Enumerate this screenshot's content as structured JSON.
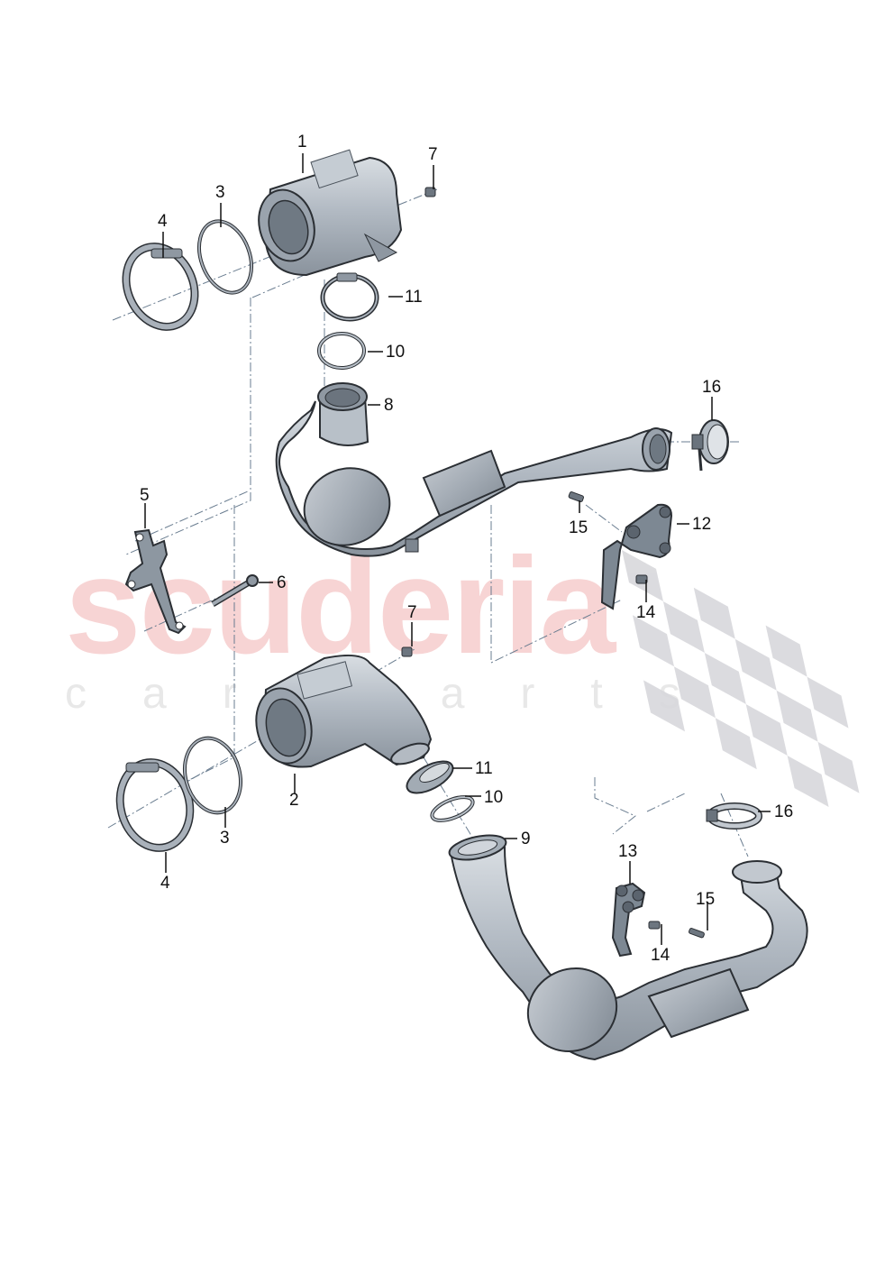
{
  "diagram": {
    "title": "Exhaust catalytic converter / front pipe assembly (exploded view)",
    "watermark": {
      "brand": "scuderia",
      "subtitle": "car parts",
      "brand_color": "#f7d4d4",
      "subtitle_color": "#e8e8e8",
      "checker_color": "#d8d8dc"
    },
    "part_color": "#a9b1ba",
    "line_color": "#6a7d90",
    "callouts": [
      {
        "id": "c1",
        "label": "1",
        "part": "catalytic converter (upper)"
      },
      {
        "id": "c2",
        "label": "2",
        "part": "catalytic converter (lower)"
      },
      {
        "id": "c3a",
        "label": "3",
        "part": "seal ring (upper)"
      },
      {
        "id": "c3b",
        "label": "3",
        "part": "seal ring (lower)"
      },
      {
        "id": "c4a",
        "label": "4",
        "part": "V-band clamp (upper)"
      },
      {
        "id": "c4b",
        "label": "4",
        "part": "V-band clamp (lower)"
      },
      {
        "id": "c5",
        "label": "5",
        "part": "bracket"
      },
      {
        "id": "c6",
        "label": "6",
        "part": "stud bolt"
      },
      {
        "id": "c7a",
        "label": "7",
        "part": "bolt (upper)"
      },
      {
        "id": "c7b",
        "label": "7",
        "part": "bolt (lower)"
      },
      {
        "id": "c8",
        "label": "8",
        "part": "front pipe with catalyst (upper)"
      },
      {
        "id": "c9",
        "label": "9",
        "part": "front pipe with catalyst (lower)"
      },
      {
        "id": "c10a",
        "label": "10",
        "part": "seal (upper)"
      },
      {
        "id": "c10b",
        "label": "10",
        "part": "seal (lower)"
      },
      {
        "id": "c11a",
        "label": "11",
        "part": "clamp (upper)"
      },
      {
        "id": "c11b",
        "label": "11",
        "part": "clamp (lower)"
      },
      {
        "id": "c12",
        "label": "12",
        "part": "mounting bracket (upper)"
      },
      {
        "id": "c13",
        "label": "13",
        "part": "mounting bracket (lower)"
      },
      {
        "id": "c14a",
        "label": "14",
        "part": "bolt (upper)"
      },
      {
        "id": "c14b",
        "label": "14",
        "part": "bolt (lower)"
      },
      {
        "id": "c15a",
        "label": "15",
        "part": "bolt (upper)"
      },
      {
        "id": "c15b",
        "label": "15",
        "part": "bolt (lower)"
      },
      {
        "id": "c16a",
        "label": "16",
        "part": "pipe clamp (upper)"
      },
      {
        "id": "c16b",
        "label": "16",
        "part": "pipe clamp (lower)"
      }
    ]
  }
}
